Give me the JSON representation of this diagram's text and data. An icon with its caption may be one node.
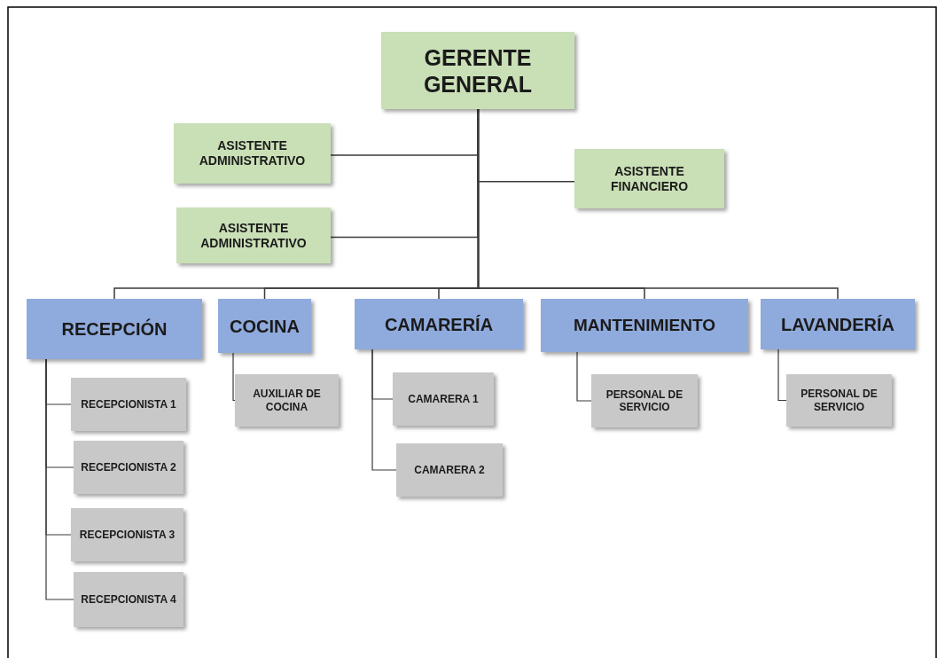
{
  "diagram": {
    "nodes": [
      {
        "text": [
          "GERENTE GENERAL"
        ]
      },
      {
        "text": [
          "ASISTENTE ADMINISTRATIVO"
        ]
      },
      {
        "text": [
          "ASISTENTE FINANCIERO"
        ]
      },
      {
        "text": [
          "ASISTENTE ADMINISTRATIVO"
        ]
      },
      {
        "text": [
          "RECEPCIÓN"
        ]
      },
      {
        "text": [
          "COCINA"
        ]
      },
      {
        "text": [
          "CAMARERÍA"
        ]
      },
      {
        "text": [
          "MANTENIMIENTO"
        ]
      },
      {
        "text": [
          "LAVANDERÍA"
        ]
      },
      {
        "text": [
          "RECEPCIONISTA 1"
        ]
      },
      {
        "text": [
          "RECEPCIONISTA 2"
        ]
      },
      {
        "text": [
          "RECEPCIONISTA 3"
        ]
      },
      {
        "text": [
          "RECEPCIONISTA 4"
        ]
      },
      {
        "text": [
          "AUXILIAR DE COCINA"
        ]
      },
      {
        "text": [
          "CAMARERA 1"
        ]
      },
      {
        "text": [
          "CAMARERA 2"
        ]
      },
      {
        "text": [
          "PERSONAL DE SERVICIO"
        ]
      },
      {
        "text": [
          "PERSONAL DE SERVICIO"
        ]
      }
    ],
    "edges": [
      {
        "from": 0,
        "to": 1,
        "arrow": "none"
      },
      {
        "from": 0,
        "to": 2,
        "arrow": "none"
      },
      {
        "from": 0,
        "to": 3,
        "arrow": "none"
      },
      {
        "from": 0,
        "to": 4,
        "arrow": "none"
      },
      {
        "from": 0,
        "to": 5,
        "arrow": "none"
      },
      {
        "from": 0,
        "to": 6,
        "arrow": "none"
      },
      {
        "from": 0,
        "to": 7,
        "arrow": "none"
      },
      {
        "from": 0,
        "to": 8,
        "arrow": "none"
      },
      {
        "from": 4,
        "to": 9,
        "arrow": "none"
      },
      {
        "from": 4,
        "to": 10,
        "arrow": "none"
      },
      {
        "from": 4,
        "to": 11,
        "arrow": "none"
      },
      {
        "from": 4,
        "to": 12,
        "arrow": "none"
      },
      {
        "from": 5,
        "to": 13,
        "arrow": "none"
      },
      {
        "from": 6,
        "to": 14,
        "arrow": "none"
      },
      {
        "from": 6,
        "to": 15,
        "arrow": "none"
      },
      {
        "from": 7,
        "to": 16,
        "arrow": "none"
      },
      {
        "from": 8,
        "to": 17,
        "arrow": "none"
      }
    ]
  }
}
